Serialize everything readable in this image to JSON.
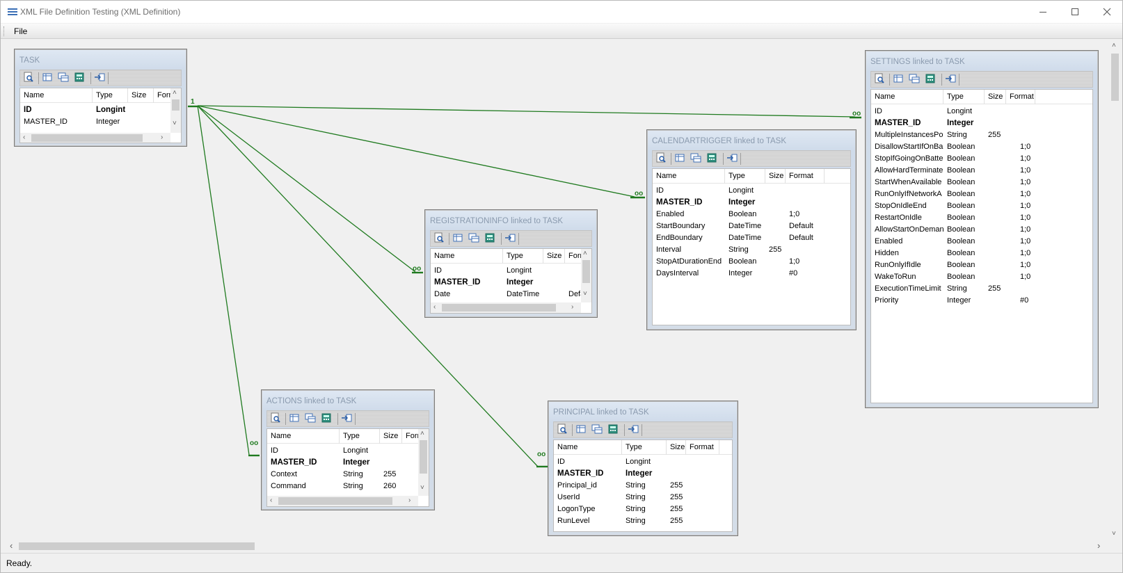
{
  "window": {
    "title": "XML File Definition Testing (XML Definition)",
    "minimize_icon": "minimize-icon",
    "maximize_icon": "maximize-icon",
    "close_icon": "close-icon"
  },
  "menu": {
    "file": "File"
  },
  "status": {
    "text": "Ready."
  },
  "link_color": "#1f7a1f",
  "relation_labels": {
    "one": "1",
    "many": "oo"
  },
  "tables": {
    "task": {
      "caption": "TASK",
      "columns": [
        "Name",
        "Type",
        "Size",
        "Format"
      ],
      "rows": [
        {
          "name": "ID",
          "type": "Longint",
          "size": "",
          "format": "",
          "bold": true
        },
        {
          "name": "MASTER_ID",
          "type": "Integer",
          "size": "",
          "format": "",
          "bold": false
        }
      ]
    },
    "settings": {
      "caption": "SETTINGS linked to TASK",
      "columns": [
        "Name",
        "Type",
        "Size",
        "Format"
      ],
      "rows": [
        {
          "name": "ID",
          "type": "Longint",
          "size": "",
          "format": ""
        },
        {
          "name": "MASTER_ID",
          "type": "Integer",
          "size": "",
          "format": "",
          "bold": true
        },
        {
          "name": "MultipleInstancesPo",
          "type": "String",
          "size": "255",
          "format": ""
        },
        {
          "name": "DisallowStartIfOnBa",
          "type": "Boolean",
          "size": "",
          "format": "1;0"
        },
        {
          "name": "StopIfGoingOnBatte",
          "type": "Boolean",
          "size": "",
          "format": "1;0"
        },
        {
          "name": "AllowHardTerminate",
          "type": "Boolean",
          "size": "",
          "format": "1;0"
        },
        {
          "name": "StartWhenAvailable",
          "type": "Boolean",
          "size": "",
          "format": "1;0"
        },
        {
          "name": "RunOnlyIfNetworkA",
          "type": "Boolean",
          "size": "",
          "format": "1;0"
        },
        {
          "name": "StopOnIdleEnd",
          "type": "Boolean",
          "size": "",
          "format": "1;0"
        },
        {
          "name": "RestartOnIdle",
          "type": "Boolean",
          "size": "",
          "format": "1;0"
        },
        {
          "name": "AllowStartOnDeman",
          "type": "Boolean",
          "size": "",
          "format": "1;0"
        },
        {
          "name": "Enabled",
          "type": "Boolean",
          "size": "",
          "format": "1;0"
        },
        {
          "name": "Hidden",
          "type": "Boolean",
          "size": "",
          "format": "1;0"
        },
        {
          "name": "RunOnlyIfIdle",
          "type": "Boolean",
          "size": "",
          "format": "1;0"
        },
        {
          "name": "WakeToRun",
          "type": "Boolean",
          "size": "",
          "format": "1;0"
        },
        {
          "name": "ExecutionTimeLimit",
          "type": "String",
          "size": "255",
          "format": ""
        },
        {
          "name": "Priority",
          "type": "Integer",
          "size": "",
          "format": "#0"
        }
      ]
    },
    "calendartrigger": {
      "caption": "CALENDARTRIGGER linked to TASK",
      "columns": [
        "Name",
        "Type",
        "Size",
        "Format"
      ],
      "rows": [
        {
          "name": "ID",
          "type": "Longint",
          "size": "",
          "format": ""
        },
        {
          "name": "MASTER_ID",
          "type": "Integer",
          "size": "",
          "format": "",
          "bold": true
        },
        {
          "name": "Enabled",
          "type": "Boolean",
          "size": "",
          "format": "1;0"
        },
        {
          "name": "StartBoundary",
          "type": "DateTime",
          "size": "",
          "format": "Default"
        },
        {
          "name": "EndBoundary",
          "type": "DateTime",
          "size": "",
          "format": "Default"
        },
        {
          "name": "Interval",
          "type": "String",
          "size": "255",
          "format": ""
        },
        {
          "name": "StopAtDurationEnd",
          "type": "Boolean",
          "size": "",
          "format": "1;0"
        },
        {
          "name": "DaysInterval",
          "type": "Integer",
          "size": "",
          "format": "#0"
        }
      ]
    },
    "registrationinfo": {
      "caption": "REGISTRATIONINFO linked to TASK",
      "columns": [
        "Name",
        "Type",
        "Size",
        "Format"
      ],
      "rows": [
        {
          "name": "ID",
          "type": "Longint",
          "size": "",
          "format": ""
        },
        {
          "name": "MASTER_ID",
          "type": "Integer",
          "size": "",
          "format": "",
          "bold": true
        },
        {
          "name": "Date",
          "type": "DateTime",
          "size": "",
          "format": "Default"
        }
      ]
    },
    "actions": {
      "caption": "ACTIONS linked to TASK",
      "columns": [
        "Name",
        "Type",
        "Size",
        "Format"
      ],
      "rows": [
        {
          "name": "ID",
          "type": "Longint",
          "size": "",
          "format": ""
        },
        {
          "name": "MASTER_ID",
          "type": "Integer",
          "size": "",
          "format": "",
          "bold": true
        },
        {
          "name": "Context",
          "type": "String",
          "size": "255",
          "format": ""
        },
        {
          "name": "Command",
          "type": "String",
          "size": "260",
          "format": ""
        }
      ]
    },
    "principal": {
      "caption": "PRINCIPAL linked to TASK",
      "columns": [
        "Name",
        "Type",
        "Size",
        "Format"
      ],
      "rows": [
        {
          "name": "ID",
          "type": "Longint",
          "size": "",
          "format": ""
        },
        {
          "name": "MASTER_ID",
          "type": "Integer",
          "size": "",
          "format": "",
          "bold": true
        },
        {
          "name": "Principal_id",
          "type": "String",
          "size": "255",
          "format": ""
        },
        {
          "name": "UserId",
          "type": "String",
          "size": "255",
          "format": ""
        },
        {
          "name": "LogonType",
          "type": "String",
          "size": "255",
          "format": ""
        },
        {
          "name": "RunLevel",
          "type": "String",
          "size": "255",
          "format": ""
        }
      ]
    }
  },
  "toolbar_icons": [
    "preview-icon",
    "table-icon",
    "table-copy-icon",
    "calculator-icon",
    "go-to-master-icon"
  ]
}
